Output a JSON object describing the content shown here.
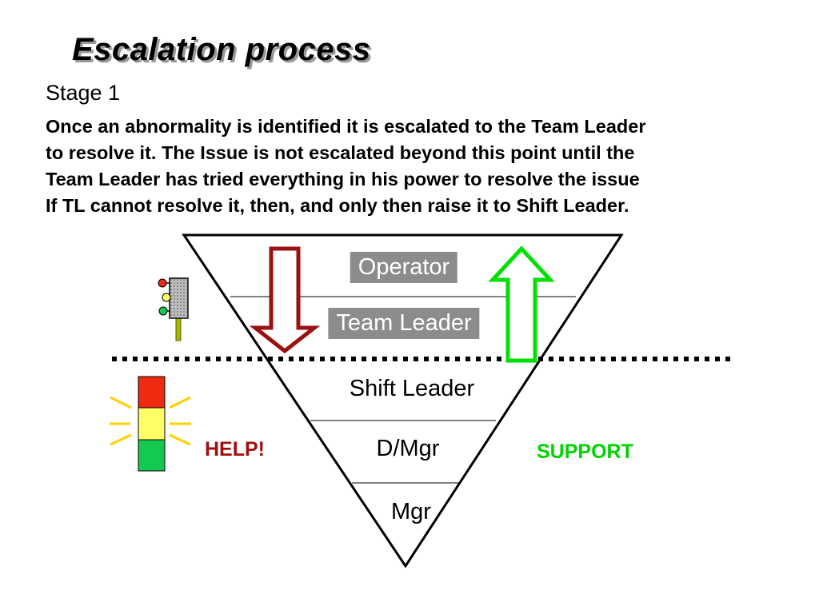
{
  "slide": {
    "title": "Escalation process",
    "stage_heading": "Stage 1",
    "paragraph_lines": [
      "Once an abnormality is identified it is escalated to the Team Leader",
      "to resolve it. The Issue is not escalated beyond this point until the",
      "Team Leader has tried everything in his power to resolve the issue",
      "If TL cannot resolve it, then, and only then raise it to Shift Leader."
    ]
  },
  "pyramid": {
    "levels": [
      "Operator",
      "Team Leader",
      "Shift Leader",
      "D/Mgr",
      "Mgr"
    ]
  },
  "labels": {
    "help": "HELP!",
    "support": "SUPPORT"
  },
  "colors": {
    "help_arrow": "#9b1010",
    "support_arrow": "#00e000",
    "help_text": "#a01010",
    "support_text": "#00d400",
    "level_box": "#8c8c8c",
    "light_red": "#ee2a10",
    "light_yellow": "#ffff66",
    "light_green": "#14c850"
  },
  "icons": [
    "small-traffic-light-icon",
    "large-traffic-light-icon",
    "down-arrow-icon",
    "up-arrow-icon"
  ]
}
